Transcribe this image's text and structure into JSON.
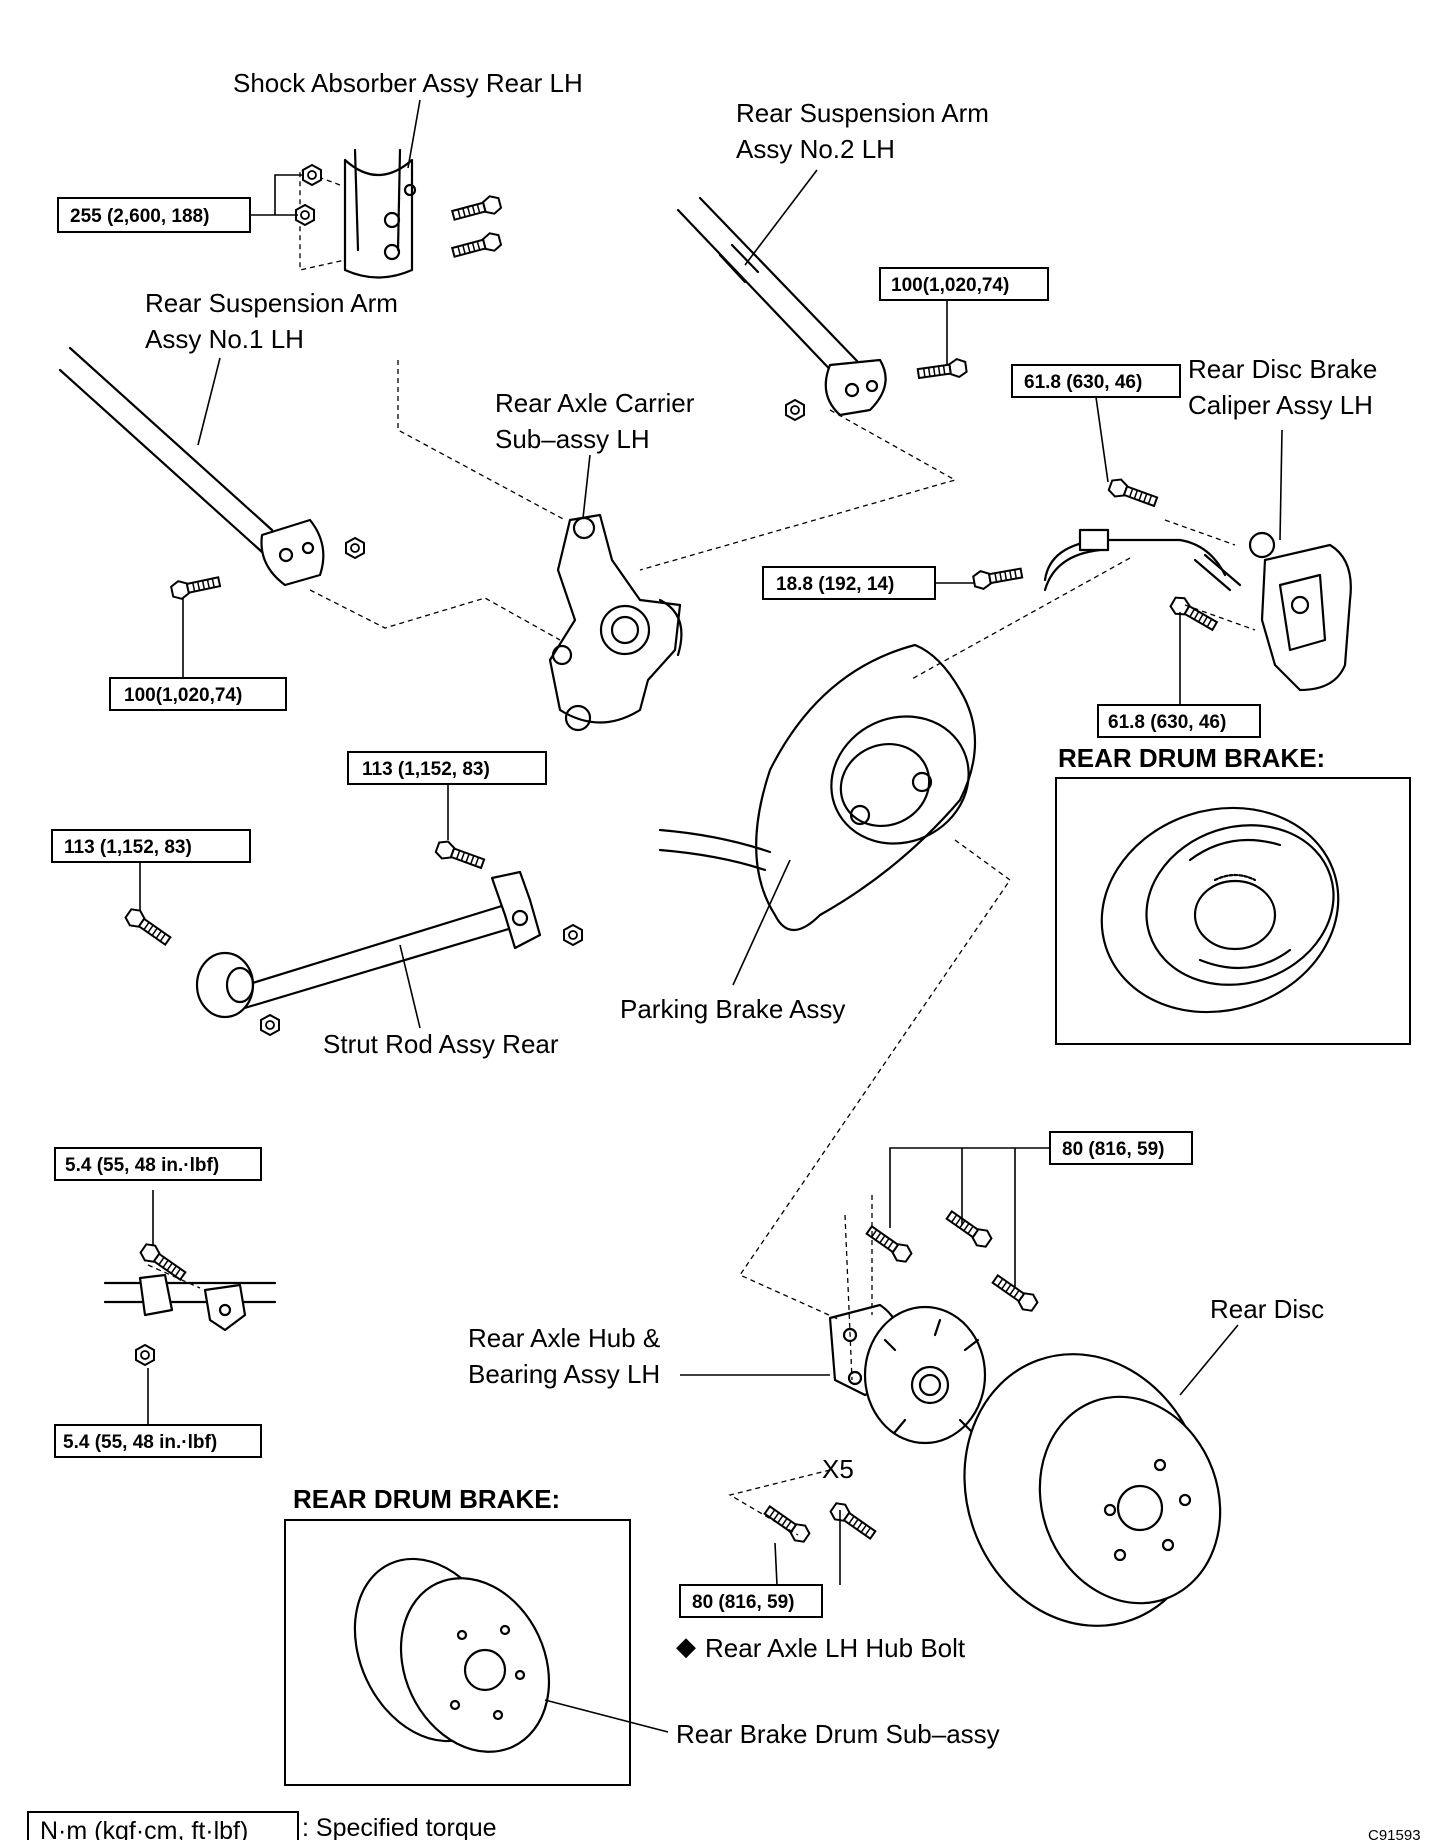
{
  "labels": {
    "shock_absorber": "Shock Absorber Assy Rear LH",
    "arm_no2_line1": "Rear Suspension Arm",
    "arm_no2_line2": "Assy No.2 LH",
    "arm_no1_line1": "Rear Suspension Arm",
    "arm_no1_line2": "Assy No.1 LH",
    "carrier_line1": "Rear Axle Carrier",
    "carrier_line2": "Sub–assy LH",
    "caliper_line1": "Rear Disc Brake",
    "caliper_line2": "Caliper Assy LH",
    "parking_brake": "Parking Brake Assy",
    "strut_rod": "Strut Rod Assy Rear",
    "hub_line1": "Rear Axle Hub &",
    "hub_line2": "Bearing Assy LH",
    "rear_disc": "Rear Disc",
    "hub_bolt": "Rear Axle LH Hub Bolt",
    "hub_bolt_marker": "◆",
    "x5": "X5",
    "brake_drum": "Rear Brake Drum Sub–assy",
    "drum_header_1": "REAR DRUM BRAKE:",
    "drum_header_2": "REAR DRUM BRAKE:"
  },
  "torques": {
    "t_shock": "255 (2,600, 188)",
    "t_arm2": "100(1,020,74)",
    "t_caliper_top": "61.8 (630, 46)",
    "t_sensor": "18.8 (192, 14)",
    "t_caliper_bottom": "61.8 (630, 46)",
    "t_arm1": "100(1,020,74)",
    "t_strut_a": "113 (1,152, 83)",
    "t_strut_b": "113 (1,152, 83)",
    "t_clamp_top": "5.4 (55, 48 in.·lbf)",
    "t_clamp_bottom": "5.4 (55, 48 in.·lbf)",
    "t_hub_top": "80 (816, 59)",
    "t_hub_bottom": "80 (816, 59)"
  },
  "legend": {
    "unit": "N·m (kgf·cm, ft·lbf)",
    "text": ": Specified torque"
  },
  "figure_id": "C91593"
}
